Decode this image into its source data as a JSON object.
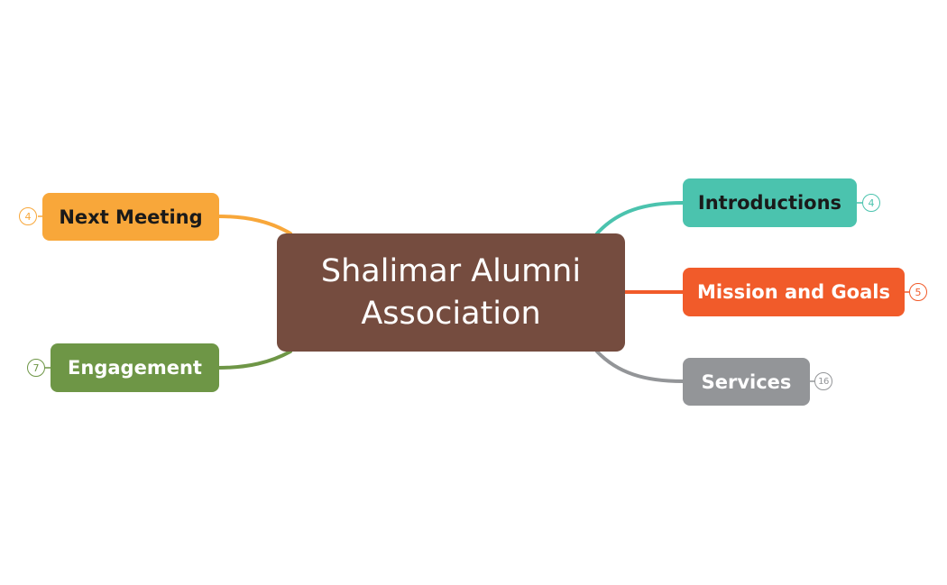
{
  "central": {
    "label": "Shalimar Alumni Association",
    "color": "#754C3F",
    "text_color": "#ffffff"
  },
  "topics": [
    {
      "key": "next-meeting",
      "label": "Next Meeting",
      "count": "4",
      "color": "#F8A73A",
      "text_color": "#1a1a1a",
      "side": "left"
    },
    {
      "key": "engagement",
      "label": "Engagement",
      "count": "7",
      "color": "#6E9646",
      "text_color": "#ffffff",
      "side": "left"
    },
    {
      "key": "introductions",
      "label": "Introductions",
      "count": "4",
      "color": "#4BC3AE",
      "text_color": "#1a1a1a",
      "side": "right"
    },
    {
      "key": "mission-and-goals",
      "label": "Mission and Goals",
      "count": "5",
      "color": "#F15B2A",
      "text_color": "#ffffff",
      "side": "right"
    },
    {
      "key": "services",
      "label": "Services",
      "count": "16",
      "color": "#939598",
      "text_color": "#ffffff",
      "side": "right"
    }
  ]
}
